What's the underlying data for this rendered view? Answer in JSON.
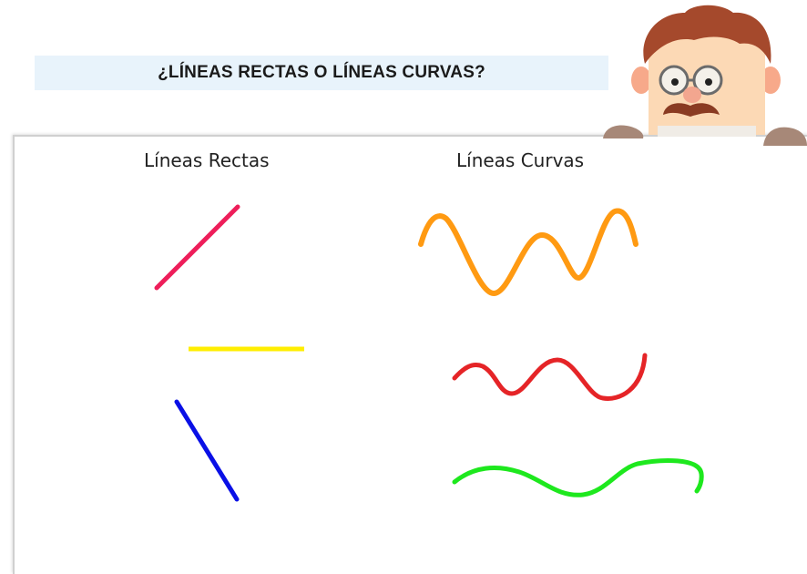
{
  "page": {
    "title": "¿LÍNEAS RECTAS O LÍNEAS CURVAS?"
  },
  "columns": {
    "straight_heading": "Líneas Rectas",
    "curved_heading": "Líneas Curvas"
  },
  "straight_lines": [
    {
      "name": "pink-straight-line",
      "color": "#ee1e5a"
    },
    {
      "name": "yellow-straight-line",
      "color": "#ffee00"
    },
    {
      "name": "blue-straight-line",
      "color": "#0a10e6"
    }
  ],
  "curved_lines": [
    {
      "name": "orange-curved-line",
      "color": "#ff9a12"
    },
    {
      "name": "red-curved-line",
      "color": "#e52427"
    },
    {
      "name": "green-curved-line",
      "color": "#1ee81e"
    }
  ],
  "mascot": {
    "icon": "teacher-mascot-icon",
    "hair_color": "#a5492c",
    "skin_color": "#fcd9b5",
    "mustache_color": "#8a3b22"
  }
}
